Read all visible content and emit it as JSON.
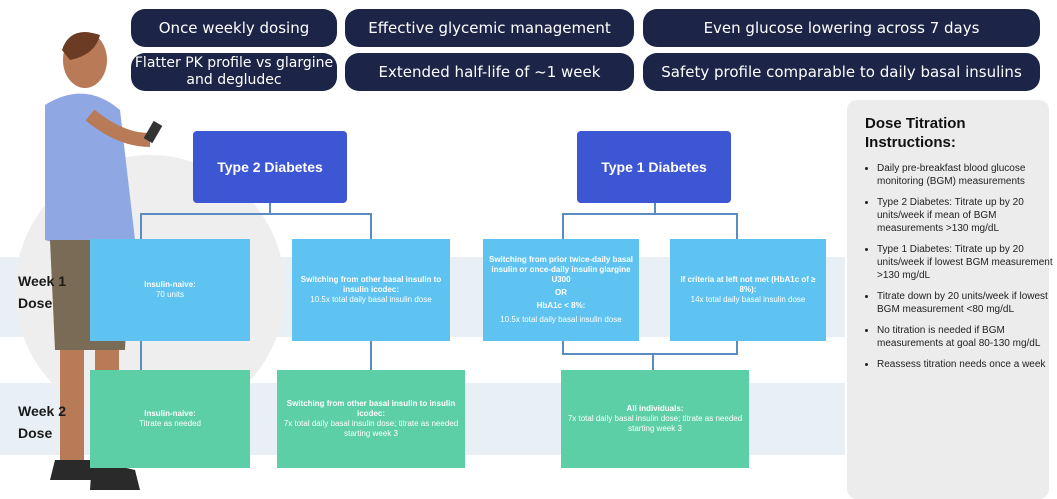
{
  "pills": [
    "Once weekly dosing",
    "Effective glycemic management",
    "Even glucose lowering across 7 days",
    "Flatter PK profile vs glargine and degludec",
    "Extended half-life of ~1 week",
    "Safety profile comparable to daily basal insulins"
  ],
  "rows": {
    "week1": "Week 1 Dose",
    "week2": "Week 2 Dose"
  },
  "type2": {
    "title": "Type 2 Diabetes",
    "w1_naive_title": "Insulin-naive:",
    "w1_naive_text": "70 units",
    "w1_switch_title": "Switching from other basal insulin to insulin icodec:",
    "w1_switch_text": "10.5x total daily basal insulin dose",
    "w2_naive_title": "Insulin-naive:",
    "w2_naive_text": "Titrate as needed",
    "w2_switch_title": "Switching from other basal insulin to insulin icodec:",
    "w2_switch_text": "7x total daily basal insulin dose; titrate as needed starting week 3"
  },
  "type1": {
    "title": "Type 1 Diabetes",
    "w1_left_title": "Switching from prior twice-daily basal insulin or once-daily insulin glargine U300",
    "w1_left_or": "OR",
    "w1_left_hba": "HbA1c < 8%:",
    "w1_left_text": "10.5x total daily basal insulin dose",
    "w1_right_title": "If criteria at left not met (HbA1c of ≥ 8%):",
    "w1_right_text": "14x total daily basal insulin dose",
    "w2_title": "All individuals:",
    "w2_text": "7x total daily basal insulin dose; titrate as needed starting week 3"
  },
  "panel": {
    "title": "Dose Titration Instructions:",
    "items": [
      "Daily pre-breakfast blood glucose monitoring (BGM) measurements",
      "Type 2 Diabetes: Titrate up by 20 units/week if mean of BGM measurements >130 mg/dL",
      "Type 1 Diabetes: Titrate up by 20 units/week if lowest BGM measurement >130 mg/dL",
      "Titrate down by 20 units/week if lowest BGM measurement <80 mg/dL",
      "No titration is needed if BGM measurements at goal 80-130 mg/dL",
      "Reassess titration needs once a week"
    ]
  },
  "colors": {
    "pill": "#1c2547",
    "header_box": "#3d56d4",
    "week1_box": "#5ec3f0",
    "week2_box": "#5ccfa6",
    "band": "#e8f0f6",
    "panel": "#ececec"
  },
  "icons": [
    "person-with-phone-illustration"
  ]
}
